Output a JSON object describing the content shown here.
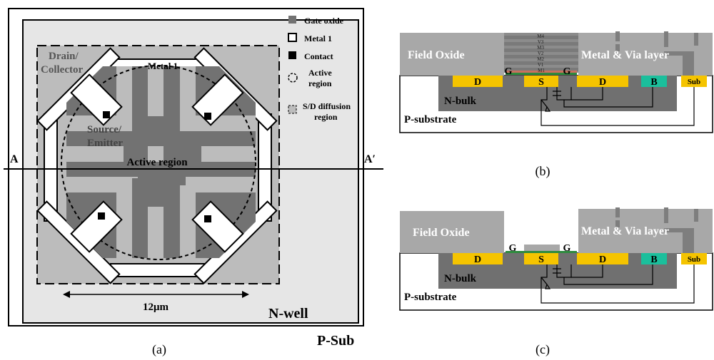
{
  "panel_a": {
    "caption": "(a)",
    "drain_label": [
      "Drain/",
      "Collector"
    ],
    "source_label": [
      "Source/",
      "Emitter"
    ],
    "metal1_label": "Metal 1",
    "active_label": "Active region",
    "section_left": "A",
    "section_right": "A′",
    "dimension": "12μm",
    "nwell_label": "N-well",
    "psub_label": "P-Sub",
    "legend": {
      "gate_oxide": "Gate oxide",
      "metal1": "Metal 1",
      "contact": "Contact",
      "active": [
        "Active",
        "region"
      ],
      "sd_diffusion": [
        "S/D diffusion",
        "region"
      ]
    }
  },
  "panel_b": {
    "caption": "(b)",
    "field_oxide": "Field Oxide",
    "metal_via": "Metal & Via layer",
    "layers": [
      "M4",
      "V3",
      "M3",
      "V2",
      "M2",
      "V1",
      "M1"
    ],
    "terminals": {
      "d1": "D",
      "s": "S",
      "d2": "D",
      "b": "B",
      "sub": "Sub",
      "g1": "G",
      "g2": "G"
    },
    "nbulk": "N-bulk",
    "psubstrate": "P-substrate"
  },
  "panel_c": {
    "caption": "(c)",
    "field_oxide": "Field Oxide",
    "metal_via": "Metal & Via layer",
    "terminals": {
      "d1": "D",
      "s": "S",
      "d2": "D",
      "b": "B",
      "sub": "Sub",
      "g1": "G",
      "g2": "G"
    },
    "nbulk": "N-bulk",
    "psubstrate": "P-substrate"
  },
  "colors": {
    "nwell": "#d3d3d3",
    "sd_diffusion": "#bcbcbc",
    "gate_oxide": "#727272",
    "field_oxide": "#a8a8a8",
    "nbulk": "#707070",
    "diffusion_d_s": "#f5c400",
    "bulk_contact": "#1bbf9c",
    "sub_contact": "#f5c400"
  }
}
